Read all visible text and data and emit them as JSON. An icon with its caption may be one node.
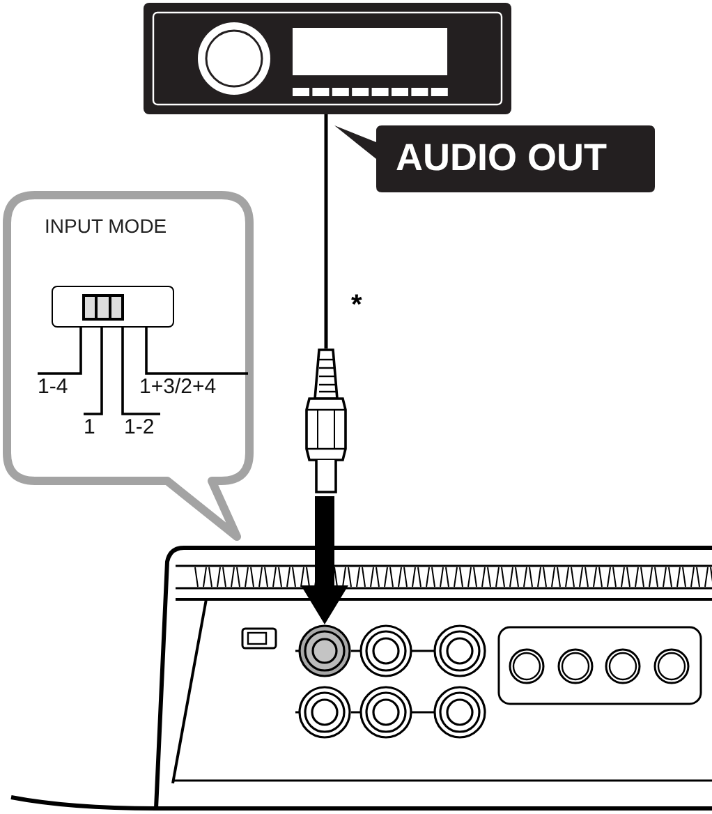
{
  "diagram": {
    "nodes": [
      {
        "text": [],
        "shape": "picture"
      },
      {
        "text": [
          "AUDIO OUT"
        ]
      },
      {
        "text": [
          "INPUT MODE"
        ]
      },
      {
        "text": [],
        "shape": "box",
        "in": 2
      },
      {
        "text": [
          "1-4"
        ],
        "in": 2
      },
      {
        "text": [
          "1"
        ],
        "in": 2
      },
      {
        "text": [
          "1-2"
        ],
        "in": 2
      },
      {
        "text": [
          "1+3/2+4"
        ],
        "in": 2
      },
      {
        "text": [],
        "shape": "picture",
        "beside": [
          "*"
        ]
      },
      {
        "text": [],
        "shape": "picture"
      },
      {
        "text": [],
        "shape": "circle",
        "in": 9
      }
    ],
    "edges": [
      {
        "from": 0,
        "to": 8,
        "arrow": "none"
      },
      {
        "from": 8,
        "to": 10,
        "arrow": "to",
        "style": "thick"
      },
      {
        "from": 4,
        "to": 3,
        "arrow": "none"
      },
      {
        "from": 5,
        "to": 3,
        "arrow": "none"
      },
      {
        "from": 6,
        "to": 3,
        "arrow": "none"
      },
      {
        "from": 7,
        "to": 3,
        "arrow": "none"
      }
    ]
  }
}
